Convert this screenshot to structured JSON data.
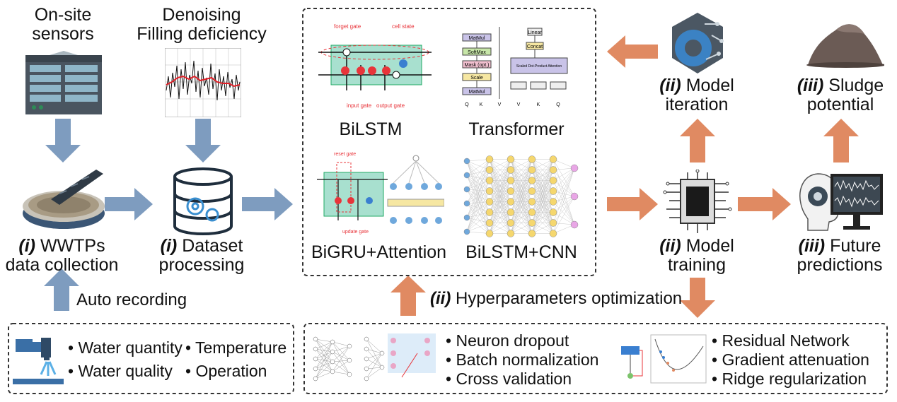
{
  "stages": {
    "sensors": "On-site\nsensors",
    "denoise_line1": "Denoising",
    "denoise_line2": "Filling deficiency",
    "wwtps_prefix": "(i)",
    "wwtps_line1": "WWTPs",
    "wwtps_line2": "data collection",
    "dataset_prefix": "(i)",
    "dataset_line1": "Dataset",
    "dataset_line2": "processing",
    "auto_recording": "Auto recording",
    "iteration_prefix": "(ii)",
    "iteration_line1": "Model",
    "iteration_line2": "iteration",
    "sludge_prefix": "(iii)",
    "sludge_line1": "Sludge",
    "sludge_line2": "potential",
    "training_prefix": "(ii)",
    "training_line1": "Model",
    "training_line2": "training",
    "future_prefix": "(iii)",
    "future_line1": "Future",
    "future_line2": "predictions",
    "hyper_prefix": "(ii)",
    "hyper_label": "Hyperparameters optimization"
  },
  "models": {
    "bilstm": "BiLSTM",
    "transformer": "Transformer",
    "bigru": "BiGRU+Attention",
    "bilstm_cnn": "BiLSTM+CNN",
    "forget_gate": "forget gate",
    "cell_state": "cell state",
    "input_gate": "input gate",
    "output_gate": "output gate",
    "reset_gate": "reset gate",
    "update_gate": "update gate",
    "matmul": "MatMul",
    "softmax": "SoftMax",
    "mask": "Mask (opt.)",
    "scale": "Scale",
    "matmul2": "MatMul",
    "linear": "Linear",
    "concat": "Concat",
    "sdpa": "Scaled Dot-Product Attention",
    "q": "Q",
    "k": "K",
    "v": "V"
  },
  "data_items": [
    "Water quantity",
    "Temperature",
    "Water quality",
    "Operation"
  ],
  "hyper_items_left": [
    "Neuron dropout",
    "Batch normalization",
    "Cross validation"
  ],
  "hyper_items_right": [
    "Residual Network",
    "Gradient attenuation",
    "Ridge regularization"
  ],
  "colors": {
    "blue_arrow": "#7e9cbf",
    "orange_arrow": "#e08a62",
    "teal_cell": "#a8e0cf",
    "red_gate": "#e8343a"
  }
}
